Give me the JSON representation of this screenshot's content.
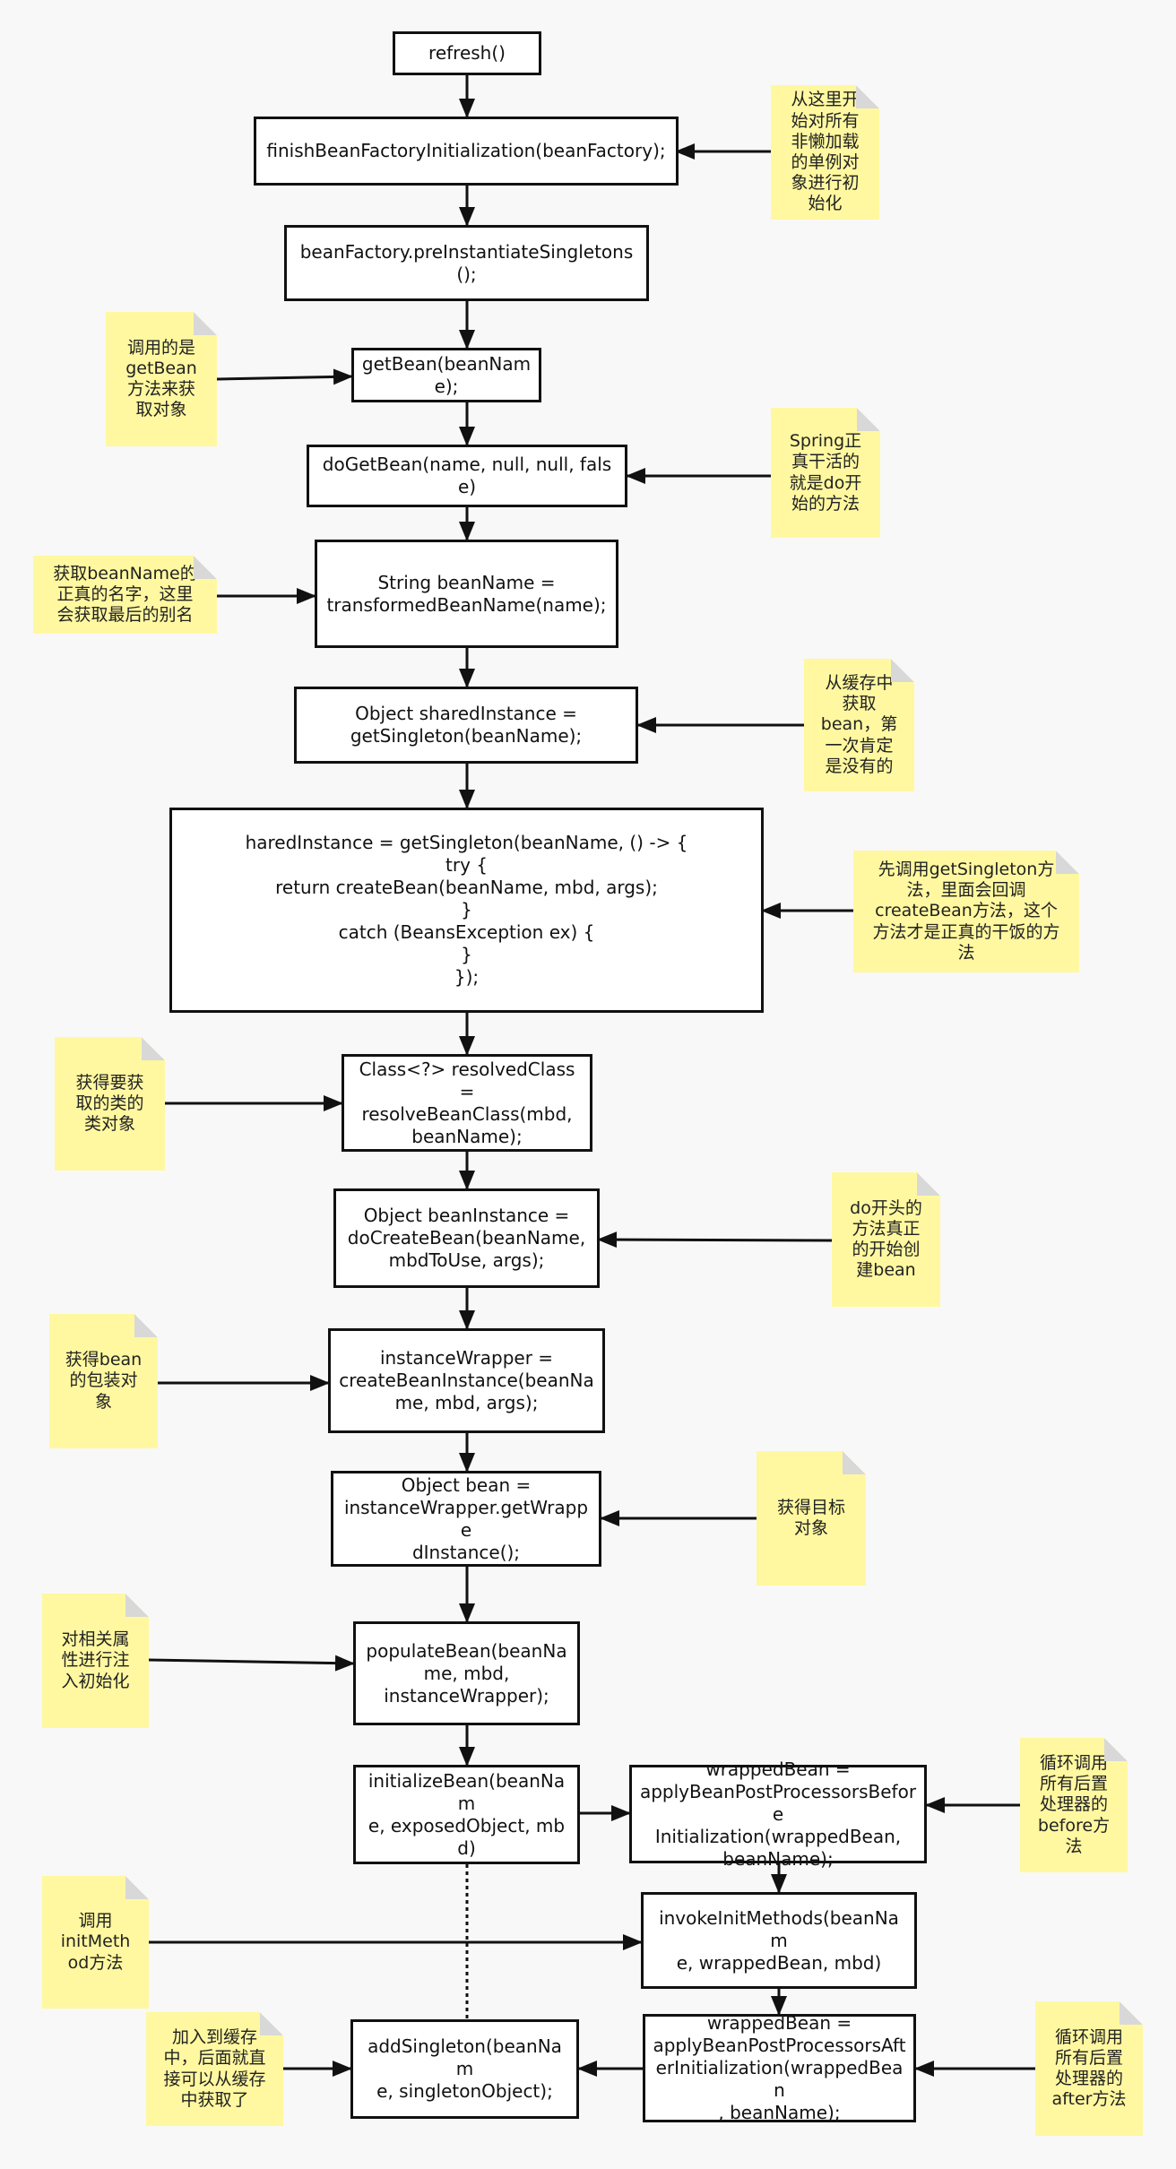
{
  "nodes": {
    "refresh": "refresh()",
    "finish_init": "finishBeanFactoryInitialization(beanFactory);",
    "pre_instantiate": "beanFactory.preInstantiateSingletons();",
    "get_bean": "getBean(beanName);",
    "do_get_bean": "doGetBean(name, null, null, false)",
    "transformed_name": "String beanName =\ntransformedBeanName(name);",
    "shared_instance": "Object sharedInstance =\ngetSingleton(beanName);",
    "get_singleton_lambda": "haredInstance = getSingleton(beanName, () -> {\ntry {\nreturn createBean(beanName, mbd, args);\n}\ncatch (BeansException ex) {\n}\n});",
    "resolve_class": "Class<?> resolvedClass =\nresolveBeanClass(mbd,\nbeanName);",
    "do_create_bean": "Object beanInstance =\ndoCreateBean(beanName,\nmbdToUse, args);",
    "create_instance": "instanceWrapper =\ncreateBeanInstance(beanNa\nme, mbd, args);",
    "wrapped_instance": "Object bean =\ninstanceWrapper.getWrappe\ndInstance();",
    "populate": "populateBean(beanNa\nme, mbd,\ninstanceWrapper);",
    "initialize": "initializeBean(beanNam\ne, exposedObject, mbd)",
    "before_init": "wrappedBean =\napplyBeanPostProcessorsBefore\nInitialization(wrappedBean,\nbeanName);",
    "invoke_init": "invokeInitMethods(beanNam\ne, wrappedBean, mbd)",
    "after_init": "wrappedBean =\napplyBeanPostProcessorsAft\nerInitialization(wrappedBean\n, beanName);",
    "add_singleton": "addSingleton(beanNam\ne, singletonObject);"
  },
  "notes": {
    "init_all": "从这里开\n始对所有\n非懒加载\n的单例对\n象进行初\n始化",
    "calls_getbean": "调用的是\ngetBean\n方法来获\n取对象",
    "do_works": "Spring正\n真干活的\n就是do开\n始的方法",
    "real_name": "获取beanName的\n正真的名字，这里\n会获取最后的别名",
    "from_cache": "从缓存中\n获取\nbean，第\n一次肯定\n是没有的",
    "get_singleton_first": "先调用getSingleton方\n法，里面会回调\ncreateBean方法，这个\n方法才是正真的干饭的方\n法",
    "class_object": "获得要获\n取的类的\n类对象",
    "do_create": "do开头的\n方法真正\n的开始创\n建bean",
    "wrapper": "获得bean\n的包装对\n象",
    "target": "获得目标\n对象",
    "populate_props": "对相关属\n性进行注\n入初始化",
    "before_all": "循环调用\n所有后置\n处理器的\nbefore方\n法",
    "init_method": "调用\ninitMeth\nod方法",
    "add_cache": "加入到缓存\n中，后面就直\n接可以从缓存\n中获取了",
    "after_all": "循环调用\n所有后置\n处理器的\nafter方法"
  },
  "colors": {
    "note_fill": "#fff8a0",
    "box_border": "#111111",
    "background": "#f8f8f8"
  }
}
